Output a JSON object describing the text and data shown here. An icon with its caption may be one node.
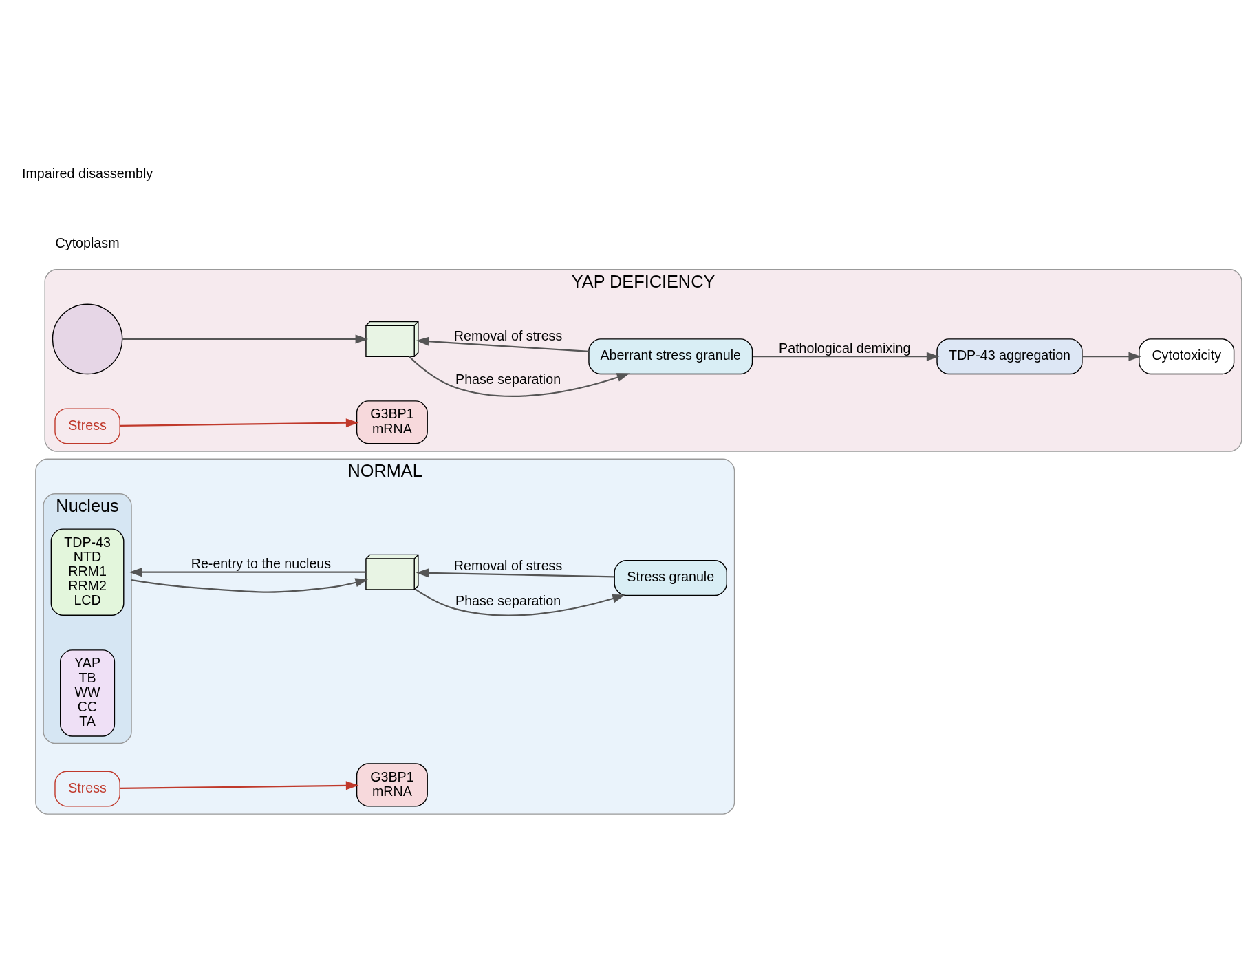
{
  "diagram": {
    "nodes": [
      {
        "text": [
          "NORMAL"
        ]
      },
      {
        "text": [
          "Nucleus"
        ],
        "in": 0
      },
      {
        "text": [
          "TDP-43",
          "NTD",
          "RRM1",
          "RRM2",
          "LCD"
        ],
        "in": 1
      },
      {
        "text": [
          "YAP",
          "TB",
          "WW",
          "CC",
          "TA"
        ],
        "in": 1
      },
      {
        "text": [
          "Stress"
        ],
        "in": 0
      },
      {
        "text": [
          "G3BP1",
          "mRNA"
        ],
        "in": 0
      },
      {
        "text": [],
        "shape": "picture",
        "in": 0
      },
      {
        "text": [
          "Stress granule"
        ],
        "in": 0
      },
      {
        "text": [
          "YAP DEFICIENCY"
        ]
      },
      {
        "text": [],
        "shape": "circle",
        "in": 8
      },
      {
        "text": [
          "Stress"
        ],
        "in": 8
      },
      {
        "text": [
          "G3BP1",
          "mRNA"
        ],
        "in": 8
      },
      {
        "text": [],
        "shape": "picture",
        "in": 8
      },
      {
        "text": [
          "Aberrant stress granule"
        ],
        "in": 8
      },
      {
        "text": [
          "TDP-43 aggregation"
        ],
        "in": 8
      },
      {
        "text": [
          "Cytotoxicity"
        ],
        "in": 8
      }
    ],
    "edges": [
      {
        "from": 1,
        "to": 6,
        "arrow": "to"
      },
      {
        "from": 4,
        "to": 5,
        "arrow": "to",
        "color": "#c0392b"
      },
      {
        "from": 6,
        "to": 7,
        "arrow": "to",
        "label": "Phase separation"
      },
      {
        "from": 7,
        "to": 6,
        "arrow": "to",
        "label": "Removal of stress"
      },
      {
        "from": 6,
        "to": 1,
        "arrow": "to",
        "label": "Re-entry to the nucleus"
      },
      {
        "from": 9,
        "to": 12,
        "arrow": "to"
      },
      {
        "from": 10,
        "to": 11,
        "arrow": "to",
        "color": "#c0392b"
      },
      {
        "from": 12,
        "to": 13,
        "arrow": "to",
        "label": "Phase separation"
      },
      {
        "from": 13,
        "to": 12,
        "arrow": "to",
        "label": "Removal of stress"
      },
      {
        "from": 13,
        "to": 14,
        "arrow": "to",
        "label": "Pathological demixing"
      },
      {
        "from": 14,
        "to": 15,
        "arrow": "to"
      }
    ],
    "labels": [
      "Cytoplasm",
      "Impaired disassembly"
    ]
  }
}
